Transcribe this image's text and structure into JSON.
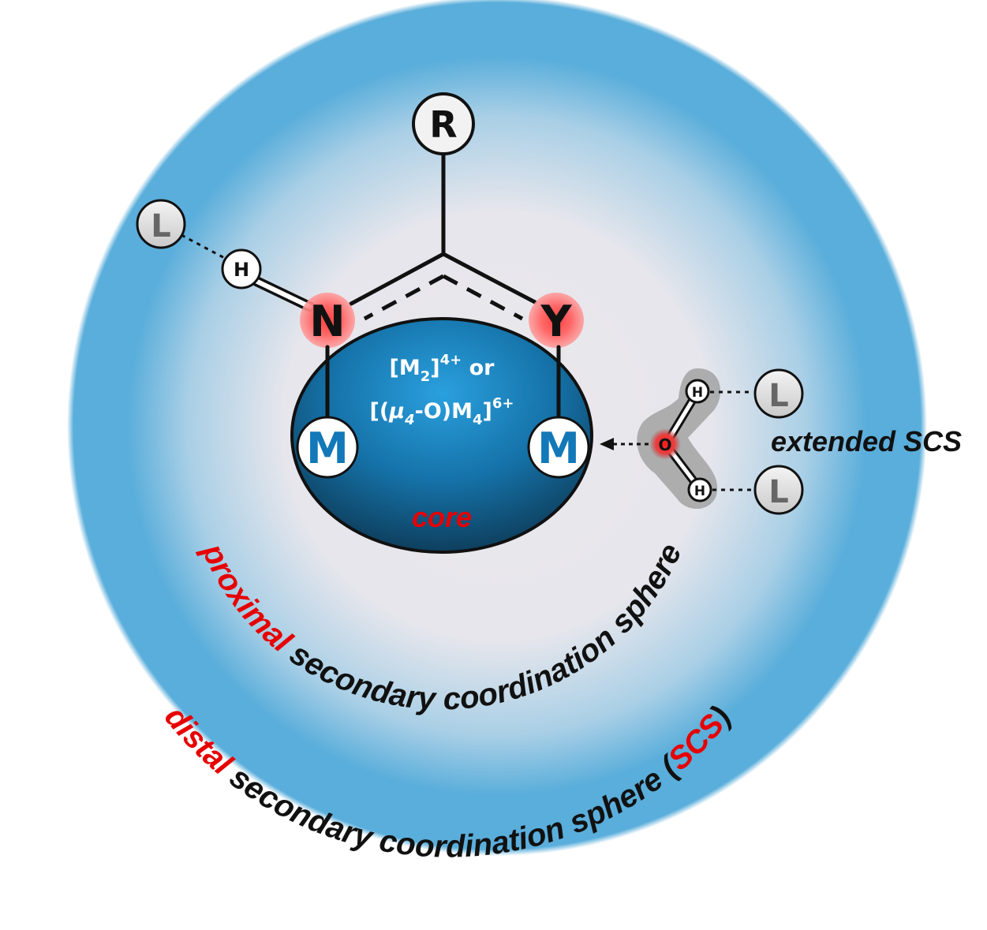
{
  "atoms": {
    "r": "R",
    "n": "N",
    "y": "Y",
    "m_left": "M",
    "m_right": "M",
    "l_top": "L",
    "l_right_top": "L",
    "l_right_bottom": "L",
    "h_left": "H",
    "h_water_top": "H",
    "h_water_bottom": "H",
    "o_water": "O"
  },
  "core": {
    "formula_line1_main": "[M",
    "formula_line1_sub": "2",
    "formula_line1_close": "]",
    "formula_line1_sup": "4+",
    "formula_line1_or": " or",
    "formula_line2_open": "[(",
    "formula_line2_mu": "μ",
    "formula_line2_mu_sub": "4",
    "formula_line2_mid": "-O)M",
    "formula_line2_sub": "4",
    "formula_line2_close": "]",
    "formula_line2_sup": "6+",
    "label": "core"
  },
  "labels": {
    "extended": "extended SCS",
    "proximal_word": "proximal",
    "proximal_rest": " secondary coordination sphere",
    "distal_word": "distal",
    "distal_rest": " secondary coordination sphere (",
    "distal_scs": "SCS",
    "distal_close": ")"
  },
  "colors": {
    "outer_sphere": "#5aaedb",
    "inner_sphere": "#ebe8ec",
    "core_light": "#2a9ad8",
    "core_dark": "#0f4a6e",
    "accent_red": "#e60000",
    "metal_blue": "#1278b8",
    "label_gray": "#666666"
  }
}
